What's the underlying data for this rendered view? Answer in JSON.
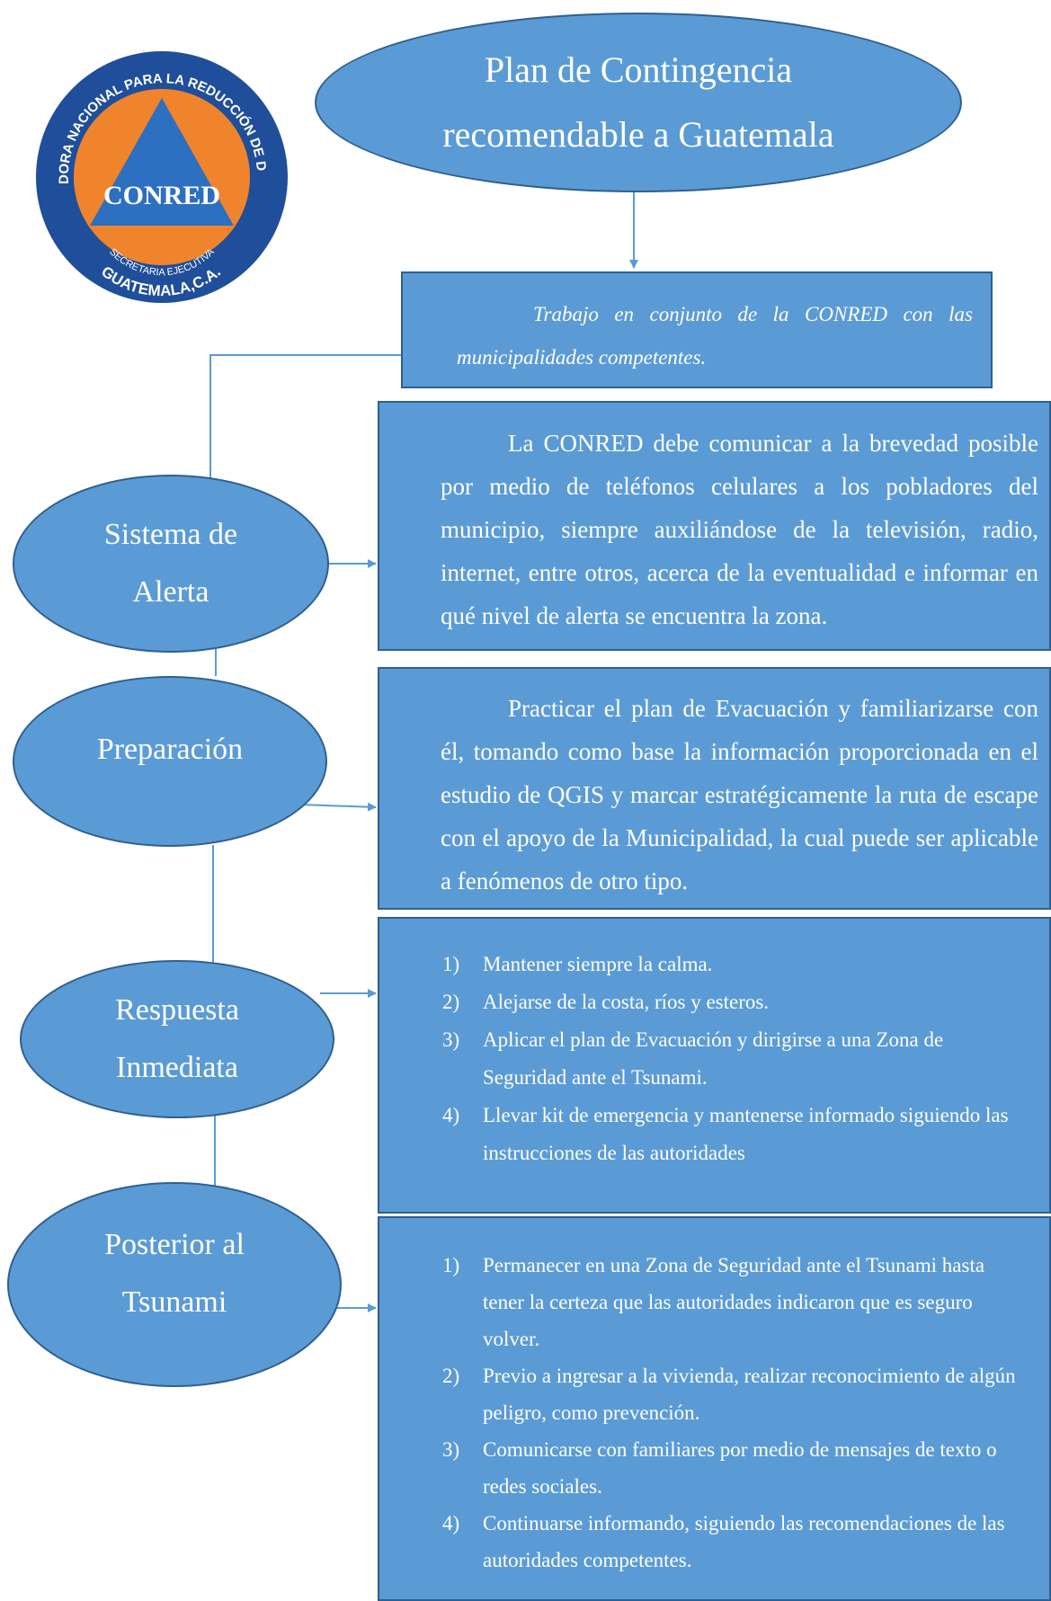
{
  "logo": {
    "org_ring_text": "COORDINADORA NACIONAL PARA LA REDUCCIÓN DE DESASTRES",
    "acronym": "CONRED",
    "subtitle": "SECRETARIA EJECUTIVA",
    "country": "GUATEMALA,C.A.",
    "colors": {
      "ring": "#1f4e9a",
      "inner": "#f0842c",
      "triangle": "#2d6fc0",
      "text": "#ffffff"
    }
  },
  "title": {
    "line1": "Plan de Contingencia",
    "line2": "recomendable a Guatemala"
  },
  "intro_box": {
    "text": "Trabajo en conjunto de la CONRED con las municipalidades competentes."
  },
  "phases": [
    {
      "label_line1": "Sistema de",
      "label_line2": "Alerta",
      "text": "La CONRED debe comunicar a la brevedad posible por medio de teléfonos celulares a los pobladores del municipio, siempre auxiliándose de la televisión, radio, internet, entre otros, acerca de la eventualidad e informar en qué nivel de alerta se encuentra la zona."
    },
    {
      "label_line1": "Preparación",
      "text": "Practicar el plan de Evacuación y familiarizarse con él, tomando como base la información proporcionada en el estudio de QGIS y marcar estratégicamente la ruta de escape con el apoyo de la Municipalidad, la cual puede ser aplicable a fenómenos de otro tipo."
    },
    {
      "label_line1": "Respuesta",
      "label_line2": "Inmediata",
      "items": [
        {
          "num": "1)",
          "text": "Mantener siempre la calma."
        },
        {
          "num": "2)",
          "text": "Alejarse de la costa, ríos y esteros."
        },
        {
          "num": "3)",
          "text": "Aplicar el plan de Evacuación y dirigirse a una Zona de Seguridad ante el Tsunami."
        },
        {
          "num": "4)",
          "text": "Llevar kit de emergencia y mantenerse informado siguiendo las instrucciones de las autoridades"
        }
      ]
    },
    {
      "label_line1": "Posterior al",
      "label_line2": "Tsunami",
      "items": [
        {
          "num": "1)",
          "text": "Permanecer en una Zona de Seguridad ante el Tsunami hasta tener la certeza que las autoridades indicaron que es seguro volver."
        },
        {
          "num": "2)",
          "text": "Previo a ingresar a la vivienda, realizar reconocimiento de algún peligro, como prevención."
        },
        {
          "num": "3)",
          "text": "Comunicarse con familiares por medio de mensajes de texto o redes sociales."
        },
        {
          "num": "4)",
          "text": "Continuarse informando, siguiendo las recomendaciones de las autoridades competentes."
        }
      ]
    }
  ],
  "colors": {
    "shape_fill": "#5b9bd5",
    "shape_border": "#2f5f8f",
    "connector": "#5b9bd5"
  }
}
